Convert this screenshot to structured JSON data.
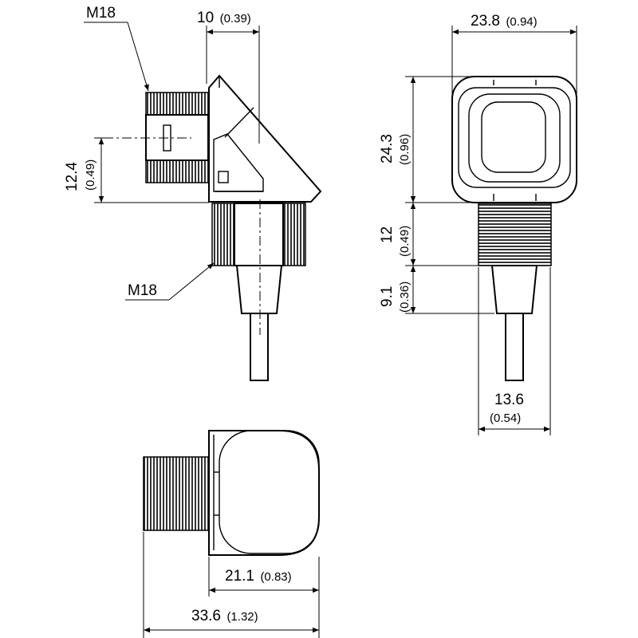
{
  "drawing": {
    "colors": {
      "line": "#000000",
      "background": "#ffffff"
    },
    "side_view": {
      "thread_top_label": "M18",
      "thread_bottom_label": "M18",
      "dim_width_top": {
        "value": "10",
        "inch": "(0.39)"
      },
      "dim_axis_height": {
        "value": "12.4",
        "inch": "(0.49)"
      }
    },
    "front_view": {
      "dim_width": {
        "value": "23.8",
        "inch": "(0.94)"
      },
      "dim_head_height": {
        "value": "24.3",
        "inch": "(0.96)"
      },
      "dim_thread_length": {
        "value": "12",
        "inch": "(0.49)"
      },
      "dim_nut_length": {
        "value": "9.1",
        "inch": "(0.36)"
      },
      "dim_nut_width": {
        "value": "13.6",
        "inch": "(0.54)"
      }
    },
    "top_view": {
      "dim_head_width": {
        "value": "21.1",
        "inch": "(0.83)"
      },
      "dim_total_length": {
        "value": "33.6",
        "inch": "(1.32)"
      }
    }
  }
}
